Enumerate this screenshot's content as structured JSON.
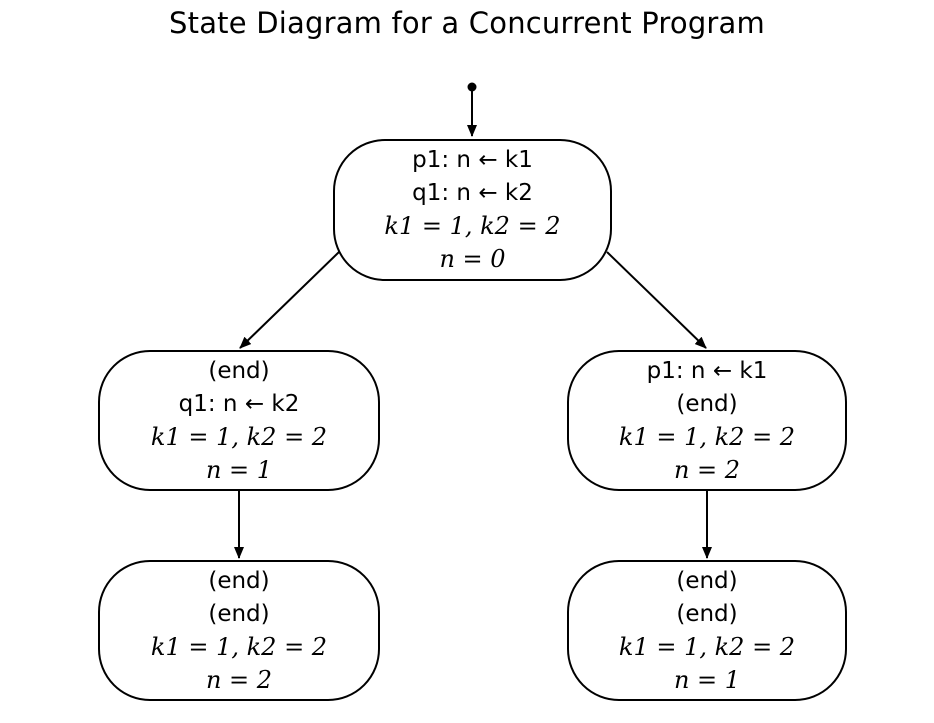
{
  "title": "State Diagram for a Concurrent Program",
  "states": [
    {
      "id": "root",
      "p": "p1: n ← k1",
      "q": "q1: n ← k2",
      "vars": "k1 = 1, k2 = 2",
      "n": "n = 0"
    },
    {
      "id": "left",
      "p": "(end)",
      "q": "q1: n ← k2",
      "vars": "k1 = 1, k2 = 2",
      "n": "n = 1"
    },
    {
      "id": "right",
      "p": "p1: n ← k1",
      "q": "(end)",
      "vars": "k1 = 1, k2 = 2",
      "n": "n = 2"
    },
    {
      "id": "left-leaf",
      "p": "(end)",
      "q": "(end)",
      "vars": "k1 = 1, k2 = 2",
      "n": "n = 2"
    },
    {
      "id": "right-leaf",
      "p": "(end)",
      "q": "(end)",
      "vars": "k1 = 1, k2 = 2",
      "n": "n = 1"
    }
  ],
  "transitions": [
    {
      "from": "start",
      "to": "root"
    },
    {
      "from": "root",
      "to": "left"
    },
    {
      "from": "root",
      "to": "right"
    },
    {
      "from": "left",
      "to": "left-leaf"
    },
    {
      "from": "right",
      "to": "right-leaf"
    }
  ]
}
